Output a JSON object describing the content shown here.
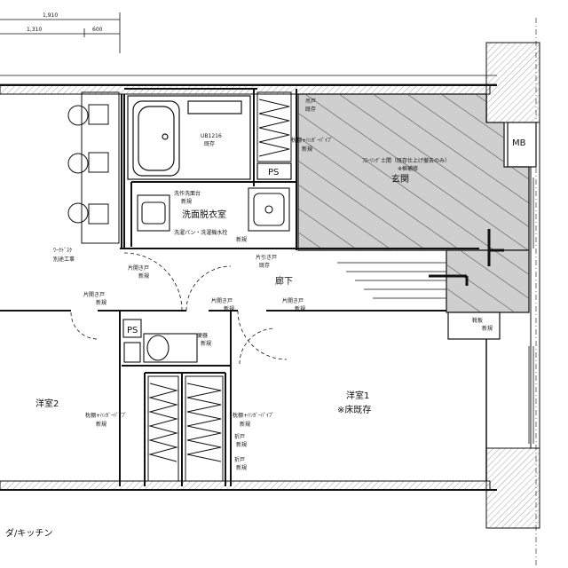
{
  "dimensions": {
    "top": "1,910",
    "left": "1,310",
    "right": "600"
  },
  "rooms": {
    "genkan": "玄関",
    "senmen": "洗面脱衣室",
    "rouka": "廊下",
    "youshitsu1": "洋室1",
    "youshitsu1_note": "※床既存",
    "youshitsu2": "洋室2",
    "mb": "MB",
    "ps1": "PS",
    "ps2": "PS",
    "ldk": "ダ/キッチン"
  },
  "notes": {
    "ub": "UB1216",
    "ub_kizon": "既存",
    "kakou_top": "吊戸",
    "kakou_kizon": "既存",
    "pipe1": "枕棚+ﾊﾝｶﾞｰﾊﾟｲﾌﾟ",
    "pipe1_new": "新規",
    "genkan_note": "ﾌﾛｰﾘﾝｸﾞ土間（既存仕上げ撤去のみ）",
    "genkan_note2": "※框補修",
    "kesho": "洗作洗面台",
    "kesho_new": "新規",
    "sentaku": "洗濯パン・洗濯機水栓",
    "sentaku_new": "新規",
    "hikido1": "片引き戸",
    "hikido1_kizon": "既存",
    "hikido2": "片開き戸",
    "hikido2_new": "新規",
    "hikido3": "片開き戸",
    "hikido3_new": "新規",
    "hikido4": "片開き戸",
    "hikido4_new": "新規",
    "hikido5": "片開き戸",
    "hikido5_new": "新規",
    "bekkou": "ﾜｰｸﾄﾞｽｸ",
    "bekkou2": "別途工事",
    "benjo": "便器",
    "benjo_new": "新規",
    "pipe2": "枕棚+ﾊﾝｶﾞｰﾊﾟｲﾌﾟ",
    "pipe2_new": "新規",
    "pipe3": "枕棚+ﾊﾝｶﾞｰﾊﾟｲﾌﾟ",
    "pipe3_new": "新規",
    "oritodo": "折戸",
    "oritodo_new": "新規",
    "oritodo2": "折戸",
    "oritodo2_new": "新規",
    "kutsu": "靴板",
    "kutsu_new": "新規"
  },
  "colors": {
    "line": "#111111",
    "hatch": "#9a9a9a",
    "genkan_fill": "#c8c8c8"
  }
}
